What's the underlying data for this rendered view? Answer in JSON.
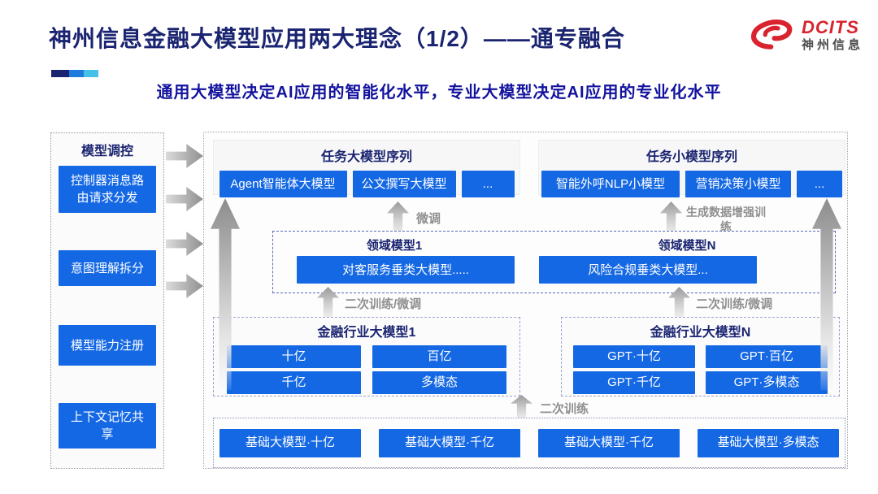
{
  "header": {
    "title": "神州信息金融大模型应用两大理念（1/2）——通专融合",
    "subtitle": "通用大模型决定AI应用的智能化水平，专业大模型决定AI应用的专业化水平",
    "logo": {
      "name": "DCITS",
      "name_cn": "神州信息"
    }
  },
  "sidebar": {
    "title": "模型调控",
    "items": [
      {
        "label": "控制器消息路由请求分发"
      },
      {
        "label": "意图理解拆分"
      },
      {
        "label": "模型能力注册"
      },
      {
        "label": "上下文记忆共享"
      }
    ]
  },
  "main": {
    "task_large": {
      "title": "任务大模型序列",
      "items": [
        "Agent智能体大模型",
        "公文撰写大模型",
        "..."
      ]
    },
    "task_small": {
      "title": "任务小模型序列",
      "items": [
        "智能外呼NLP小模型",
        "营销决策小模型",
        "..."
      ]
    },
    "labels": {
      "fine_tune": "微调",
      "gen_aug": "生成数据增强训练",
      "retrain_ft": "二次训练/微调",
      "retrain": "二次训练"
    },
    "domain": [
      {
        "title": "领域模型1",
        "model": "对客服务垂类大模型....."
      },
      {
        "title": "领域模型N",
        "model": "风险合规垂类大模型..."
      }
    ],
    "industry": [
      {
        "title": "金融行业大模型1",
        "items": [
          "十亿",
          "百亿",
          "千亿",
          "多模态"
        ]
      },
      {
        "title": "金融行业大模型N",
        "items": [
          "GPT·十亿",
          "GPT·百亿",
          "GPT·千亿",
          "GPT·多模态"
        ]
      }
    ],
    "base_models": [
      "基础大模型·十亿",
      "基础大模型·千亿",
      "基础大模型·千亿",
      "基础大模型·多模态"
    ]
  },
  "colors": {
    "brand_red": "#D9232E",
    "button_blue": "#1568E4",
    "title_navy": "#1A2470",
    "subtitle_blue": "#12129E",
    "arrow_gray": "#9A9A9A"
  }
}
